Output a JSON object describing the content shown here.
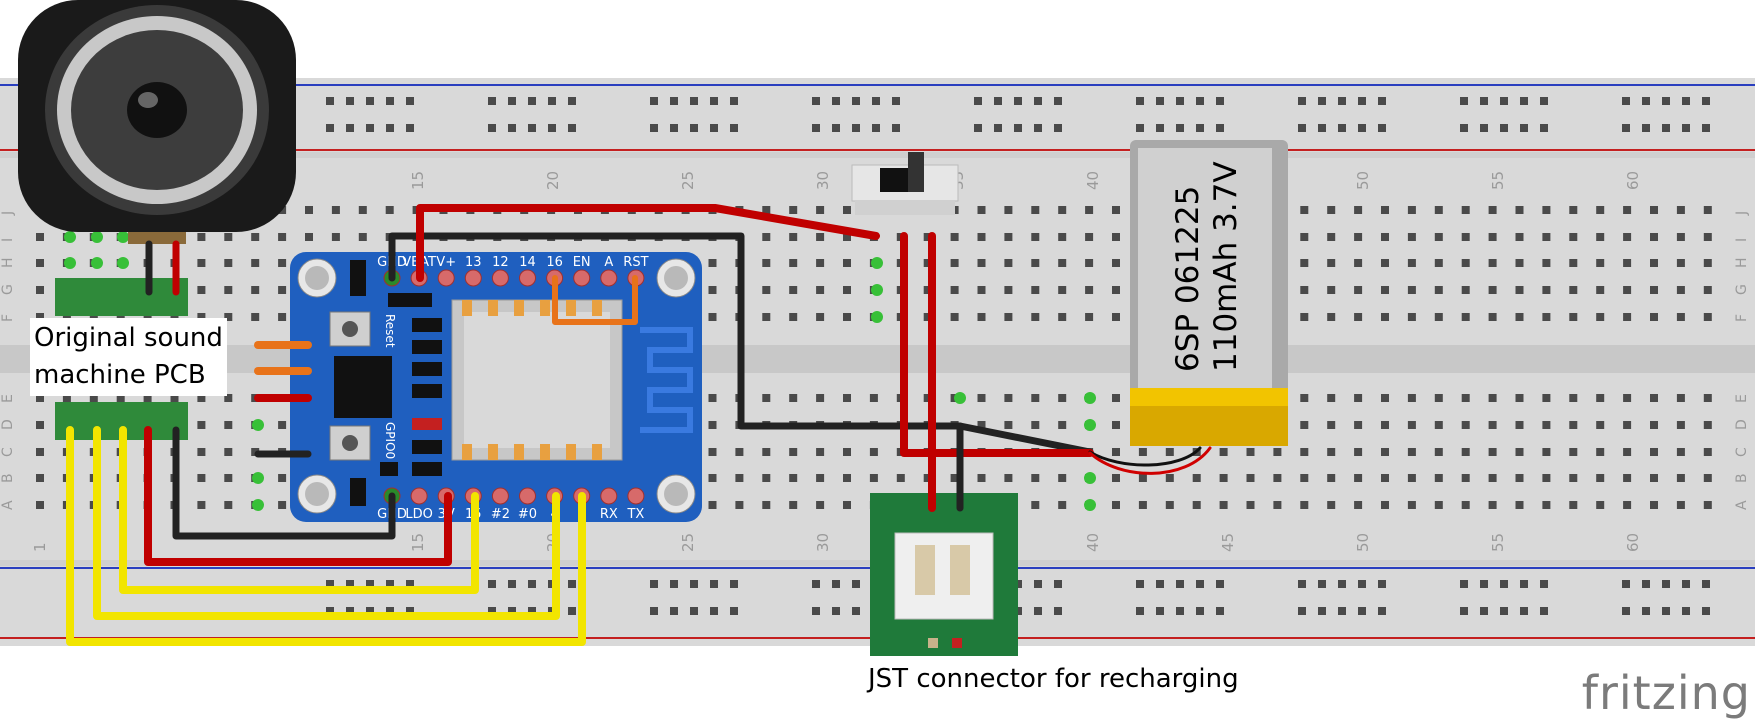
{
  "labels": {
    "pcb_line1": "Original sound",
    "pcb_line2": "machine PCB",
    "jst": "JST connector for recharging",
    "battery_line1": "6SP 061225",
    "battery_line2": "110mAh 3.7V",
    "logo": "fritzing"
  },
  "breadboard": {
    "column_numbers": [
      "1",
      "15",
      "20",
      "25",
      "30",
      "35",
      "40",
      "45",
      "50",
      "55",
      "60"
    ],
    "row_letters": [
      "J",
      "I",
      "H",
      "G",
      "F",
      "E",
      "D",
      "C",
      "B",
      "A"
    ]
  },
  "esp_board": {
    "top_pins": [
      "GND",
      "VBAT",
      "V+",
      "13",
      "12",
      "14",
      "16",
      "EN",
      "A",
      "RST"
    ],
    "bottom_pins": [
      "GND",
      "LDO",
      "3V",
      "15",
      "#2",
      "#0",
      "4",
      "5",
      "RX",
      "TX"
    ],
    "side_labels": [
      "Reset",
      "GPIO0"
    ]
  },
  "colors": {
    "breadboard": "#d9d9d9",
    "esp_pcb": "#1f5fbf",
    "wire_red": "#c00000",
    "wire_black": "#222222",
    "wire_yellow": "#f2e500",
    "wire_orange": "#e8731a",
    "jst_board": "#1f7a3a",
    "battery_band": "#d9a800"
  }
}
